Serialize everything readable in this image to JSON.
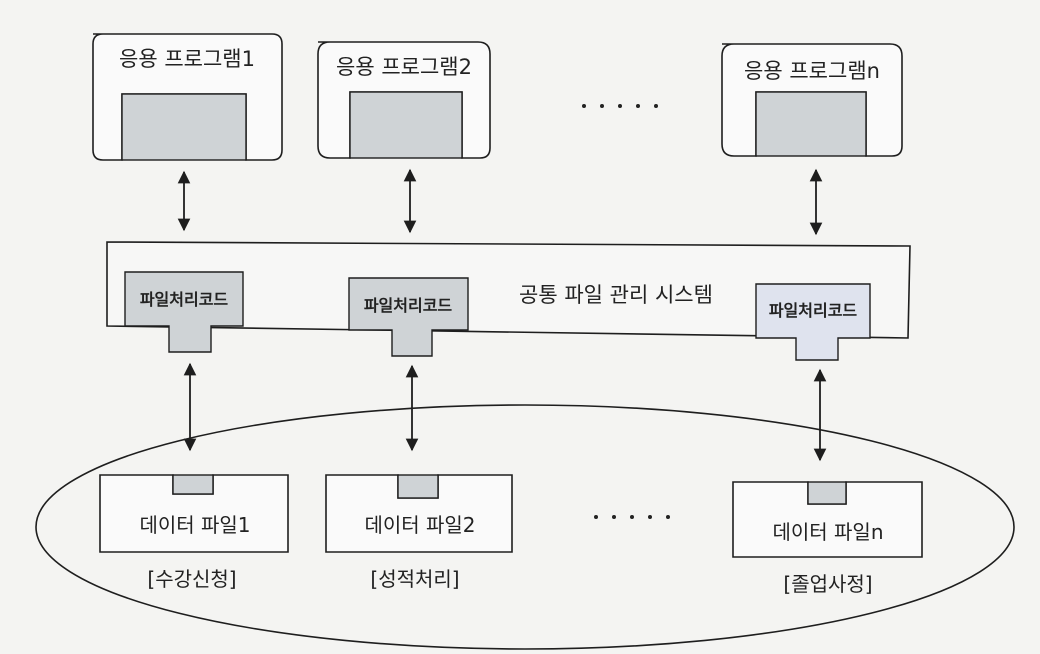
{
  "applications": [
    {
      "label": "응용 프로그램1"
    },
    {
      "label": "응용 프로그램2"
    },
    {
      "label": "응용 프로그램n"
    }
  ],
  "common_system": {
    "label": "공통 파일 관리 시스템",
    "code_labels": [
      "파일처리코드",
      "파일처리코드",
      "파일처리코드"
    ]
  },
  "data_files": [
    {
      "label": "데이터 파일1",
      "caption": "[수강신청]"
    },
    {
      "label": "데이터 파일2",
      "caption": "[성적처리]"
    },
    {
      "label": "데이터 파일n",
      "caption": "[졸업사정]"
    }
  ],
  "colors": {
    "stroke": "#1e1e1e",
    "module_fill": "#cfd3d6",
    "highlight_fill": "#dfe3ee",
    "background": "#f4f4f2"
  }
}
